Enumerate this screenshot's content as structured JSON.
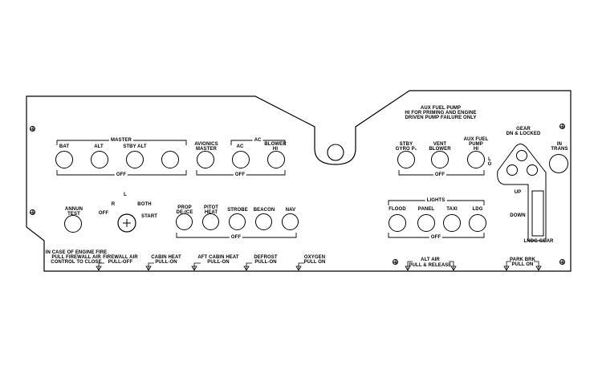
{
  "panel": {
    "aux_fuel_note": "AUX FUEL PUMP\nHI FOR PRIMING AND ENGINE\nDRIVEN PUMP FAILURE ONLY",
    "fire_note": "IN CASE OF ENGINE FIRE\nPULL FIREWALL AIR\nCONTROL TO CLOSE"
  },
  "master_group": {
    "title": "MASTER",
    "off": "OFF",
    "switches": [
      "BAT",
      "ALT",
      "STBY ALT",
      ""
    ]
  },
  "avionics": {
    "label": "AVIONICS\nMASTER"
  },
  "ac_group": {
    "title": "AC",
    "off": "OFF",
    "switches": [
      "AC",
      "BLOWER\nHI"
    ]
  },
  "right_group": {
    "off": "OFF",
    "switches": [
      "STBY\nGYRO P₁",
      "VENT\nBLOWER",
      "AUX FUEL\nPUMP\nHI"
    ],
    "lo_label": "L\nO"
  },
  "gear": {
    "down_locked": "GEAR\nDN & LOCKED",
    "in_trans": "IN\nTRANS",
    "up": "UP",
    "down": "DOWN",
    "handle_label": "LNDG GEAR"
  },
  "annun": {
    "label": "ANNUN\nTEST"
  },
  "magneto": {
    "off": "OFF",
    "r": "R",
    "l": "L",
    "both": "BOTH",
    "start": "START"
  },
  "exterior_group": {
    "off": "OFF",
    "switches": [
      "PROP\nDE-ICE",
      "PITOT\nHEAT",
      "STROBE",
      "BEACON",
      "NAV"
    ]
  },
  "lights_group": {
    "title": "LIGHTS",
    "off": "OFF",
    "switches": [
      "FLOOD",
      "PANEL",
      "TAXI",
      "LDG"
    ]
  },
  "controls": {
    "firewall_air": "FIREWALL AIR\nPULL-OFF",
    "cabin_heat": "CABIN HEAT\nPULL-ON",
    "aft_cabin_heat": "AFT CABIN HEAT\nPULL-ON",
    "defrost": "DEFROST\nPULL-ON",
    "oxygen": "OXYGEN\nPULL ON",
    "alt_air_title": "ALT AIR",
    "alt_air_action": "PULL & RELEASE",
    "park_brk": "PARK BRK\nPULL ON"
  }
}
